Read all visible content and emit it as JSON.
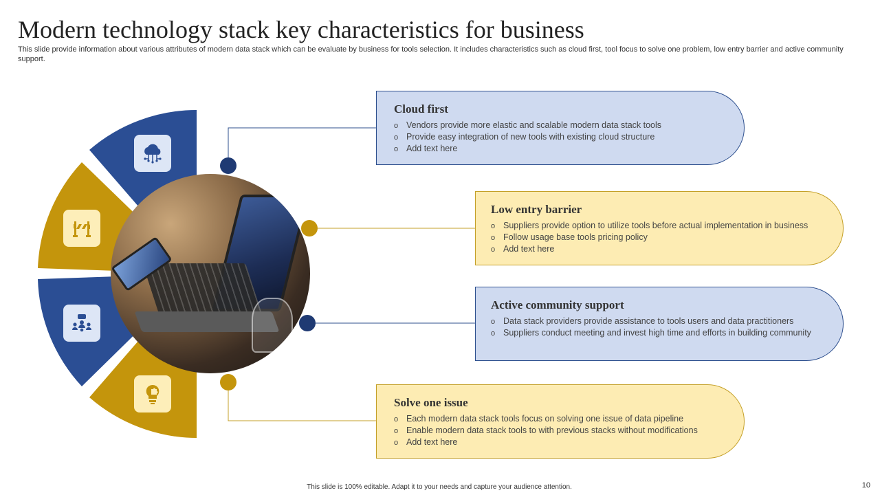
{
  "slide": {
    "title": "Modern technology stack key characteristics  for business",
    "subtitle": "This slide provide information about various attributes of modern data stack which can be evaluate by business for tools selection. It includes characteristics such as cloud first, tool focus to solve one problem, low entry barrier and active community support.",
    "footer": "This slide is 100% editable.  Adapt it to your  needs and capture your audience attention.",
    "page_number": "10"
  },
  "colors": {
    "blue": "#2b4e94",
    "gold": "#c4950c",
    "blue_card": "#cfdaf0",
    "gold_card": "#fdecb3",
    "blue_border": "#2d4f8e",
    "gold_border": "#c4a028"
  },
  "segments": [
    {
      "color": "blue",
      "icon": "cloud-network-icon"
    },
    {
      "color": "gold",
      "icon": "barrier-icon"
    },
    {
      "color": "blue",
      "icon": "community-icon"
    },
    {
      "color": "gold",
      "icon": "lightbulb-puzzle-icon"
    }
  ],
  "cards": [
    {
      "title": "Cloud first",
      "color": "blue",
      "bullets": [
        "Vendors provide  more elastic and scalable modern  data stack tools",
        "Provide  easy integration  of new tools with existing cloud structure",
        "Add text here"
      ]
    },
    {
      "title": "Low entry barrier",
      "color": "gold",
      "bullets": [
        "Suppliers provide  option to utilize tools before  actual implementation  in business",
        "Follow usage base tools pricing policy",
        "Add text here"
      ]
    },
    {
      "title": "Active community support",
      "color": "blue",
      "bullets": [
        "Data stack providers  provide  assistance to tools users and data practitioners",
        "Suppliers conduct meeting and invest  high time and efforts  in building community"
      ]
    },
    {
      "title": "Solve one issue",
      "color": "gold",
      "bullets": [
        "Each modern data stack tools focus on  solving  one issue of data pipeline",
        "Enable  modern  data stack tools to with previous  stacks without modifications",
        "Add text here"
      ]
    }
  ]
}
